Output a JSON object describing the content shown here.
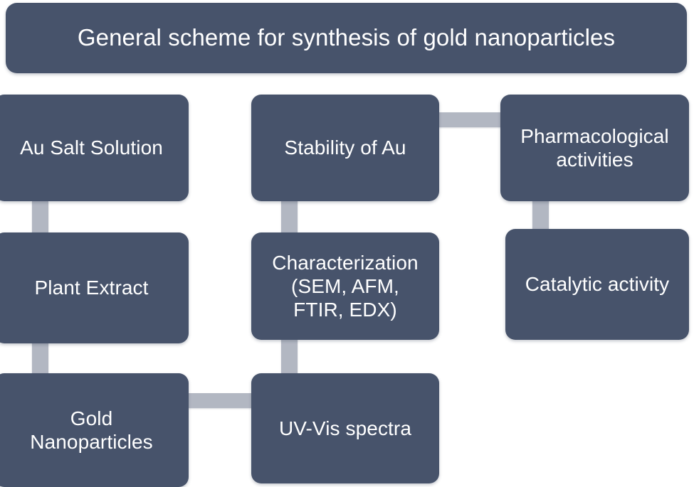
{
  "diagram": {
    "title": "General scheme for synthesis of gold nanoparticles",
    "background_color": "#FFFFFF",
    "node_fill_color": "#47536B",
    "node_text_color": "#FFFFFF",
    "connector_color": "#B2B7C2",
    "nodes": [
      {
        "id": "title",
        "label": "General scheme for synthesis of gold nanoparticles"
      },
      {
        "id": "au-salt-solution",
        "label": "Au Salt Solution"
      },
      {
        "id": "stability-of-au",
        "label": "Stability of Au"
      },
      {
        "id": "pharmacological",
        "label": "Pharmacological\nactivities"
      },
      {
        "id": "plant-extract",
        "label": "Plant Extract"
      },
      {
        "id": "characterization",
        "label": "Characterization\n(SEM, AFM,\nFTIR, EDX)"
      },
      {
        "id": "catalytic-activity",
        "label": "Catalytic activity"
      },
      {
        "id": "gold-nanoparticles",
        "label": "Gold\nNanoparticles"
      },
      {
        "id": "uv-vis-spectra",
        "label": "UV-Vis spectra"
      }
    ],
    "connectors": [
      {
        "id": "au-salt-to-plant-extract",
        "from": "au-salt-solution",
        "to": "plant-extract",
        "orientation": "vertical"
      },
      {
        "id": "plant-extract-to-gold-nano",
        "from": "plant-extract",
        "to": "gold-nanoparticles",
        "orientation": "vertical"
      },
      {
        "id": "gold-nano-to-uv-vis",
        "from": "gold-nanoparticles",
        "to": "uv-vis-spectra",
        "orientation": "horizontal"
      },
      {
        "id": "uv-vis-to-characterization",
        "from": "uv-vis-spectra",
        "to": "characterization",
        "orientation": "vertical"
      },
      {
        "id": "characterization-to-stability",
        "from": "characterization",
        "to": "stability-of-au",
        "orientation": "vertical"
      },
      {
        "id": "stability-to-pharmacological",
        "from": "stability-of-au",
        "to": "pharmacological",
        "orientation": "horizontal"
      },
      {
        "id": "pharmacological-to-catalytic",
        "from": "pharmacological",
        "to": "catalytic-activity",
        "orientation": "vertical"
      }
    ]
  }
}
